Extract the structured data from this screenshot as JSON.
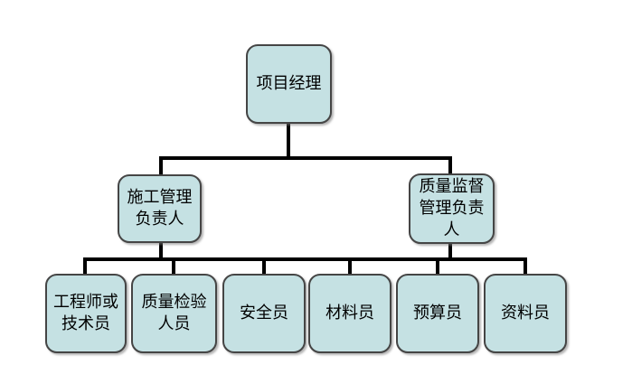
{
  "diagram": {
    "type": "org-chart",
    "background_color": "#ffffff",
    "node_fill_color": "#c5e1e3",
    "node_border_color": "#454545",
    "connector_color": "#000000",
    "text_color": "#000000",
    "nodes": [
      {
        "id": "project-manager",
        "level": 1,
        "label": "项目经理"
      },
      {
        "id": "construction-lead",
        "level": 2,
        "label": "施工管理\n负责人"
      },
      {
        "id": "quality-lead",
        "level": 2,
        "label": "质量监督\n管理负责\n人"
      },
      {
        "id": "engineer-technician",
        "level": 3,
        "label": "工程师或\n技术员"
      },
      {
        "id": "quality-inspection",
        "level": 3,
        "label": "质量检验\n人员"
      },
      {
        "id": "safety-officer",
        "level": 3,
        "label": "安全员"
      },
      {
        "id": "material-officer",
        "level": 3,
        "label": "材料员"
      },
      {
        "id": "budget-officer",
        "level": 3,
        "label": "预算员"
      },
      {
        "id": "document-officer",
        "level": 3,
        "label": "资料员"
      }
    ],
    "edges": [
      {
        "from": "project-manager",
        "to": "construction-lead"
      },
      {
        "from": "project-manager",
        "to": "quality-lead"
      },
      {
        "from": "construction-lead",
        "to": "shared-bus"
      },
      {
        "from": "quality-lead",
        "to": "shared-bus"
      },
      {
        "from": "shared-bus",
        "to": "engineer-technician"
      },
      {
        "from": "shared-bus",
        "to": "quality-inspection"
      },
      {
        "from": "shared-bus",
        "to": "safety-officer"
      },
      {
        "from": "shared-bus",
        "to": "material-officer"
      },
      {
        "from": "shared-bus",
        "to": "budget-officer"
      },
      {
        "from": "shared-bus",
        "to": "document-officer"
      }
    ]
  }
}
